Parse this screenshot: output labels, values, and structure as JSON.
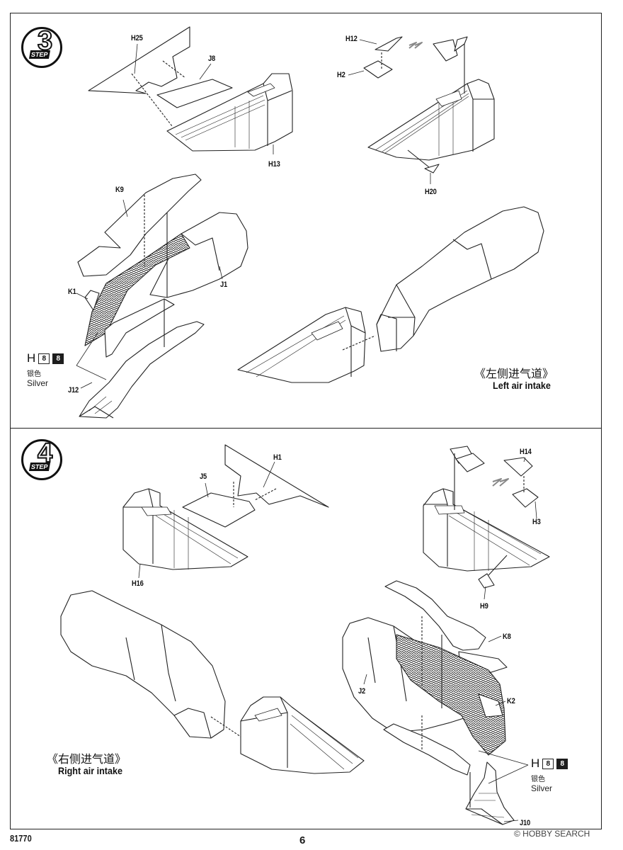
{
  "page": {
    "product_code": "81770",
    "page_number": "6",
    "watermark": "© HOBBY SEARCH"
  },
  "step3": {
    "step_word": "STEP",
    "step_number": "3",
    "parts": {
      "h25": "H25",
      "j8": "J8",
      "h13": "H13",
      "h12": "H12",
      "h2": "H2",
      "h20": "H20",
      "k9": "K9",
      "k1": "K1",
      "j1": "J1",
      "j12": "J12"
    },
    "paint": {
      "letter": "H",
      "code_a": "8",
      "code_b": "8",
      "name_cn": "银色",
      "name_en": "Silver"
    },
    "title_cn": "《左侧进气道》",
    "title_en": "Left air intake"
  },
  "step4": {
    "step_word": "STEP",
    "step_number": "4",
    "parts": {
      "h1": "H1",
      "j5": "J5",
      "h16": "H16",
      "h14": "H14",
      "h3": "H3",
      "h9": "H9",
      "k8": "K8",
      "j2": "J2",
      "k2": "K2",
      "j10": "J10"
    },
    "paint": {
      "letter": "H",
      "code_a": "8",
      "code_b": "8",
      "name_cn": "银色",
      "name_en": "Silver"
    },
    "title_cn": "《右侧进气道》",
    "title_en": "Right air intake"
  }
}
